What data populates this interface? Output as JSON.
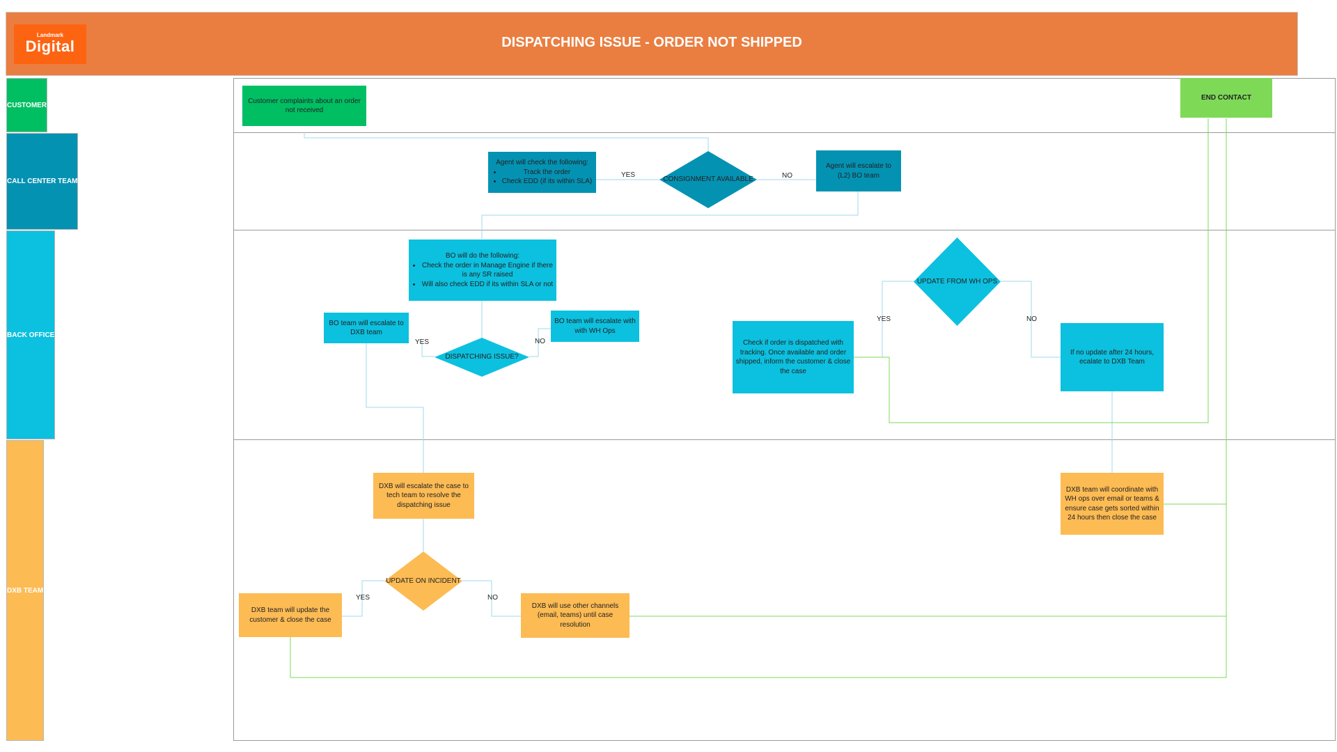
{
  "header": {
    "title": "DISPATCHING ISSUE - ORDER NOT SHIPPED",
    "logo_top": "Landmark",
    "logo_main": "Digital"
  },
  "lanes": {
    "customer": "CUSTOMER",
    "call_center": "CALL CENTER TEAM",
    "back_office": "BACK OFFICE",
    "dxb": "DXB TEAM"
  },
  "nodes": {
    "customer_complaint": "Customer complaints about an order not received",
    "end_contact": "END CONTACT",
    "agent_check_title": "Agent will check the following:",
    "agent_check_items": [
      "Track the order",
      "Check EDD (if its within SLA)"
    ],
    "consignment_available": "CONSIGNMENT AVAILABLE",
    "agent_escalate": "Agent will escalate to (L2) BO team",
    "bo_do_title": "BO will do the following:",
    "bo_do_items": [
      "Check the order in Manage Engine if there is any SR raised",
      "Will also check EDD if its within SLA or not"
    ],
    "bo_escalate_dxb": "BO team will escalate to DXB team",
    "dispatching_issue": "DISPATCHING ISSUE?",
    "bo_escalate_wh": "BO team will escalate with with WH Ops",
    "update_from_wh": "UPDATE FROM WH OPS",
    "check_dispatched": "Check if order is dispatched with tracking. Once available and order shipped, inform the customer & close the case",
    "no_update_24": "If no update after 24 hours, ecalate to DXB Team",
    "dxb_escalate_tech": "DXB will escalate the case to tech team to resolve the dispatching issue",
    "update_on_incident": "UPDATE ON INCIDENT",
    "dxb_update_customer": "DXB team will update the customer & close the case",
    "dxb_other_channels": "DXB will use other channels (email, teams) until case resolution",
    "dxb_coordinate_wh": "DXB team will coordinate with WH ops over email or teams & ensure case gets sorted within 24 hours then close the case"
  },
  "edge_labels": {
    "consignment_yes": "YES",
    "consignment_no": "NO",
    "dispatch_yes": "YES",
    "dispatch_no": "NO",
    "wh_yes": "YES",
    "wh_no": "NO",
    "incident_yes": "YES",
    "incident_no": "NO"
  },
  "colors": {
    "header": "#ea7e40",
    "logo": "#fd6412",
    "customer_lane": "#00bf63",
    "call_center_lane": "#0492b3",
    "back_office_lane": "#0cc0df",
    "dxb_lane": "#fdbb54",
    "end_contact": "#7ed957",
    "connector_green": "#7ed957",
    "connector_blue": "#9fd8ec"
  }
}
